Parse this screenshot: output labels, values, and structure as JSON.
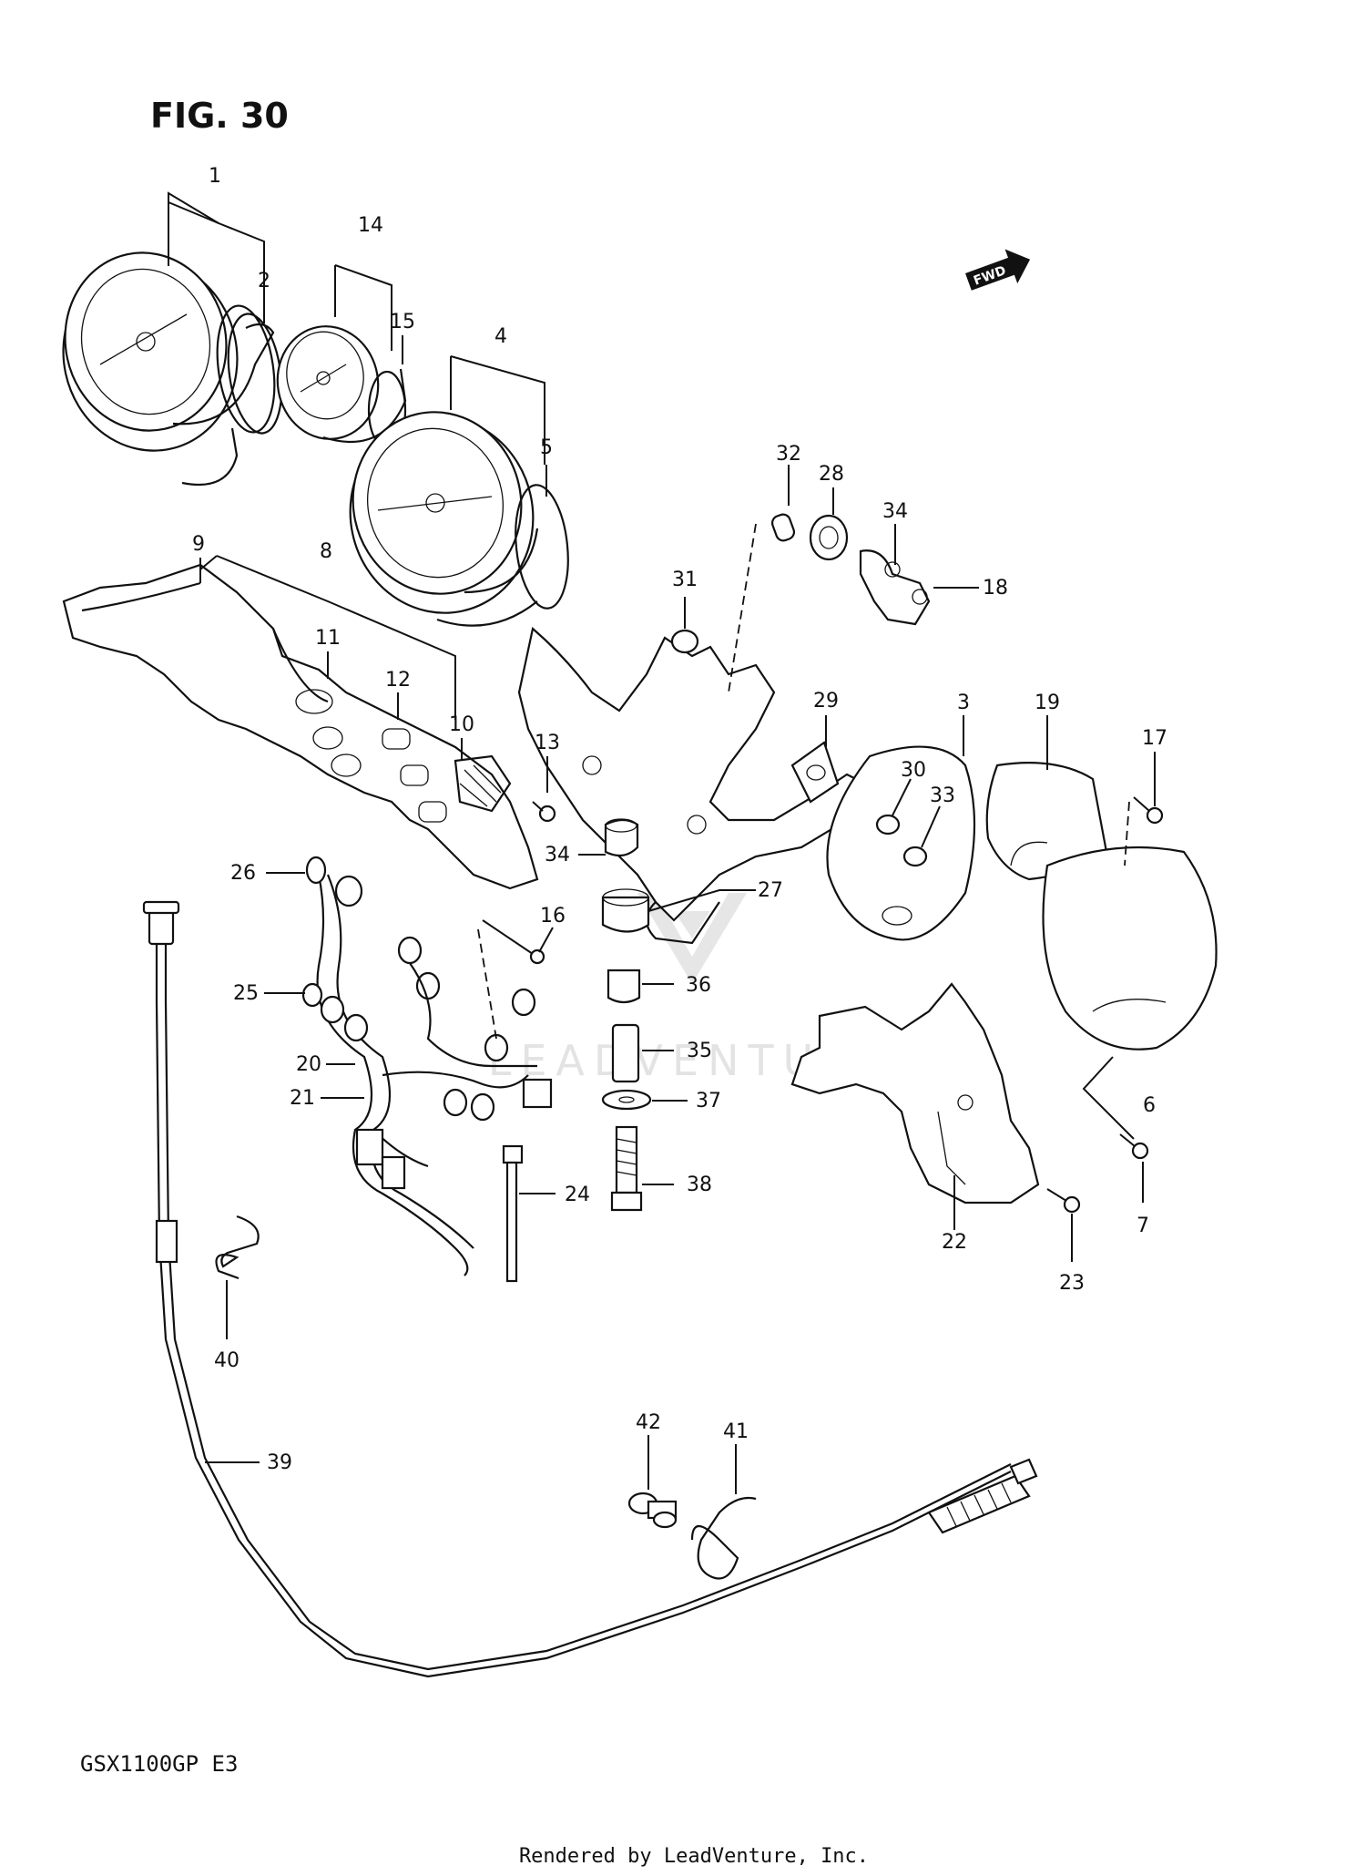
{
  "figure": {
    "title": "FIG. 30",
    "fwd_label": "FWD"
  },
  "model_code": "GSX1100GP  E3",
  "footer": "Rendered by LeadVenture, Inc.",
  "watermark": "LEADVENTURE",
  "callouts": [
    "1",
    "2",
    "3",
    "4",
    "5",
    "6",
    "7",
    "8",
    "9",
    "10",
    "11",
    "12",
    "13",
    "14",
    "15",
    "16",
    "17",
    "18",
    "19",
    "20",
    "21",
    "22",
    "23",
    "24",
    "25",
    "26",
    "27",
    "28",
    "29",
    "30",
    "31",
    "32",
    "33",
    "34",
    "34",
    "35",
    "36",
    "37",
    "38",
    "39",
    "40",
    "41",
    "42"
  ],
  "colors": {
    "line": "#111111",
    "background": "#ffffff",
    "watermark": "#b8b8b8"
  }
}
